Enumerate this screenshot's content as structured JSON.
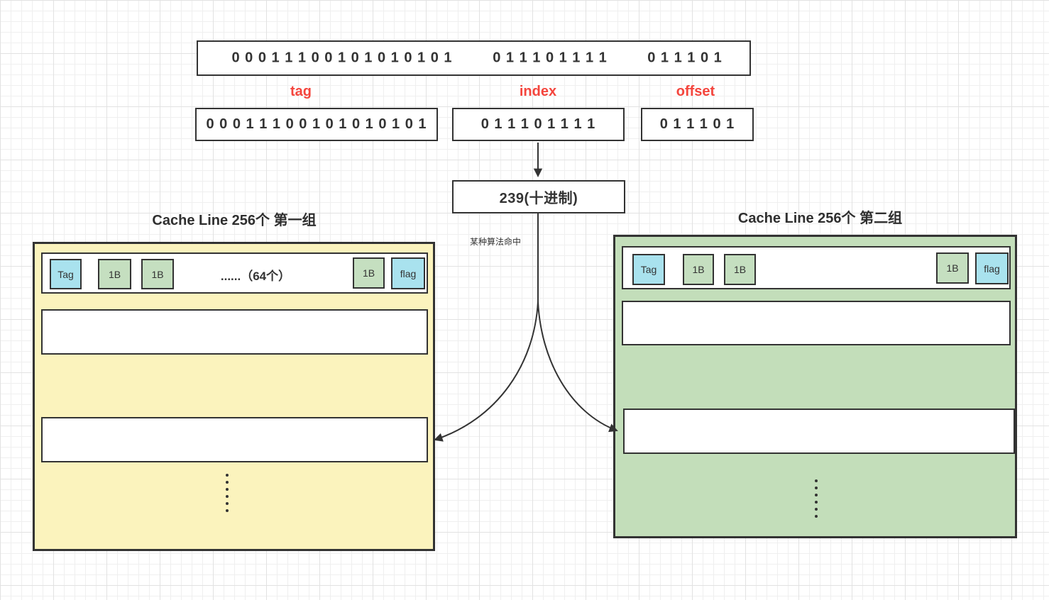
{
  "colors": {
    "accent_red": "#f4453d",
    "group1_fill": "#fbf3bd",
    "group2_fill": "#c3deba",
    "cell_cyan": "#a9e2ee",
    "cell_green": "#c5dfc0",
    "stroke_dark": "#333333"
  },
  "address_bar": {
    "tag_bits": "0 0 0 1 1 1 0 0 1 0 1 0 1 0 1 0 1",
    "index_bits": "0 1 1 1 0 1 1 1 1",
    "offset_bits": "0 1 1 1 0 1"
  },
  "field_labels": {
    "tag": "tag",
    "index": "index",
    "offset": "offset"
  },
  "decimal_box_label": "239(十进制)",
  "hit_note": "某种算法命中",
  "groups": [
    {
      "title": "Cache Line 256个 第一组",
      "header_cells": [
        "Tag",
        "1B",
        "1B",
        "1B",
        "flag"
      ],
      "ellipsis_note": "......（64个）"
    },
    {
      "title": "Cache Line 256个 第二组",
      "header_cells": [
        "Tag",
        "1B",
        "1B",
        "1B",
        "flag"
      ]
    }
  ]
}
